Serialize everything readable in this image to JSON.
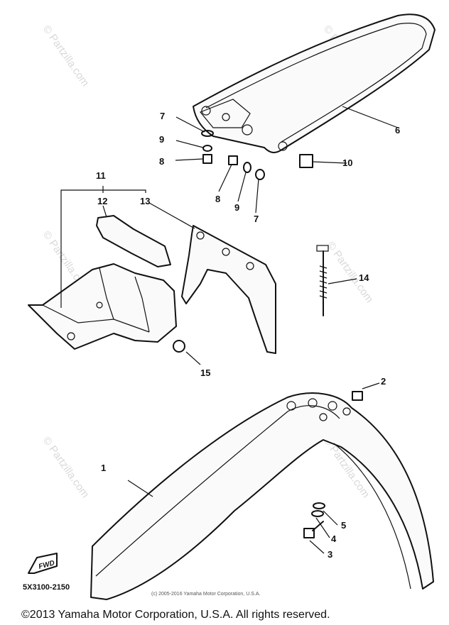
{
  "callouts": {
    "c1": "1",
    "c2": "2",
    "c3": "3",
    "c4": "4",
    "c5": "5",
    "c6": "6",
    "c7a": "7",
    "c7b": "7",
    "c8a": "8",
    "c8b": "8",
    "c9a": "9",
    "c9b": "9",
    "c10": "10",
    "c11": "11",
    "c12": "12",
    "c13": "13",
    "c14": "14",
    "c15": "15"
  },
  "watermark": "© Partzilla.com",
  "fwd_badge": "FWD",
  "diagram_code": "5X3100-2150",
  "small_copyright": "(c) 2005-2016 Yamaha Motor Corporation, U.S.A.",
  "footer_copyright": "©2013 Yamaha Motor Corporation, U.S.A. All rights reserved."
}
